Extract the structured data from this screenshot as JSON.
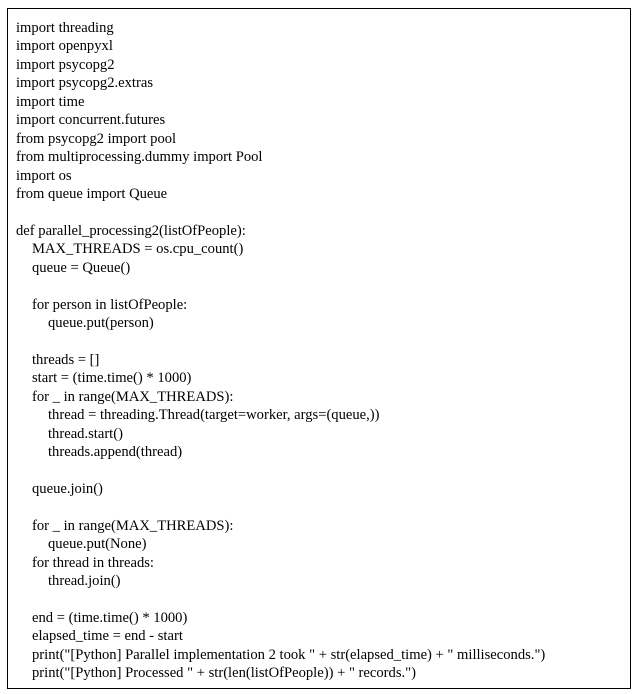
{
  "code_lines": [
    {
      "indent": 0,
      "text": "import threading"
    },
    {
      "indent": 0,
      "text": "import openpyxl"
    },
    {
      "indent": 0,
      "text": "import psycopg2"
    },
    {
      "indent": 0,
      "text": "import psycopg2.extras"
    },
    {
      "indent": 0,
      "text": "import time"
    },
    {
      "indent": 0,
      "text": "import concurrent.futures"
    },
    {
      "indent": 0,
      "text": "from psycopg2 import pool"
    },
    {
      "indent": 0,
      "text": "from multiprocessing.dummy import Pool"
    },
    {
      "indent": 0,
      "text": "import os"
    },
    {
      "indent": 0,
      "text": "from queue import Queue"
    },
    {
      "indent": 0,
      "text": ""
    },
    {
      "indent": 0,
      "text": "def parallel_processing2(listOfPeople):"
    },
    {
      "indent": 1,
      "text": "MAX_THREADS = os.cpu_count()"
    },
    {
      "indent": 1,
      "text": "queue = Queue()"
    },
    {
      "indent": 0,
      "text": ""
    },
    {
      "indent": 1,
      "text": "for person in listOfPeople:"
    },
    {
      "indent": 2,
      "text": "queue.put(person)"
    },
    {
      "indent": 0,
      "text": ""
    },
    {
      "indent": 1,
      "text": "threads = []"
    },
    {
      "indent": 1,
      "text": "start = (time.time() * 1000)"
    },
    {
      "indent": 1,
      "text": "for _ in range(MAX_THREADS):"
    },
    {
      "indent": 2,
      "text": "thread = threading.Thread(target=worker, args=(queue,))"
    },
    {
      "indent": 2,
      "text": "thread.start()"
    },
    {
      "indent": 2,
      "text": "threads.append(thread)"
    },
    {
      "indent": 0,
      "text": ""
    },
    {
      "indent": 1,
      "text": "queue.join()"
    },
    {
      "indent": 0,
      "text": ""
    },
    {
      "indent": 1,
      "text": "for _ in range(MAX_THREADS):"
    },
    {
      "indent": 2,
      "text": "queue.put(None)"
    },
    {
      "indent": 1,
      "text": "for thread in threads:"
    },
    {
      "indent": 2,
      "text": "thread.join()"
    },
    {
      "indent": 0,
      "text": ""
    },
    {
      "indent": 1,
      "text": "end = (time.time() * 1000)"
    },
    {
      "indent": 1,
      "text": "elapsed_time = end - start"
    },
    {
      "indent": 1,
      "text": "print(\"[Python] Parallel implementation 2 took \" + str(elapsed_time) + \" milliseconds.\")"
    },
    {
      "indent": 1,
      "text": "print(\"[Python] Processed \" + str(len(listOfPeople)) + \" records.\")"
    }
  ]
}
